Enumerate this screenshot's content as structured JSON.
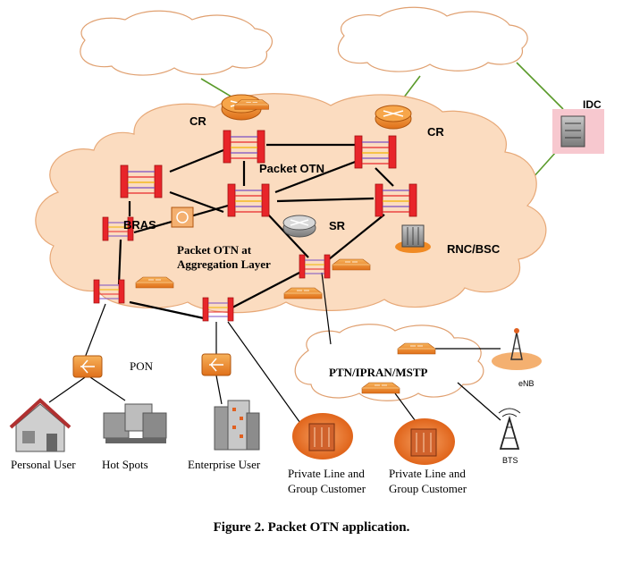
{
  "labels": {
    "cr_left": "CR",
    "cr_right": "CR",
    "idc": "IDC",
    "packet_otn": "Packet OTN",
    "bras": "BRAS",
    "sr": "SR",
    "rnc_bsc": "RNC/BSC",
    "agg_line1": "Packet OTN at",
    "agg_line2": "Aggregation Layer",
    "pon": "PON",
    "ptn": "PTN/IPRAN/MSTP",
    "enb": "eNB",
    "bts": "BTS",
    "personal_user": "Personal User",
    "hot_spots": "Hot Spots",
    "enterprise_user": "Enterprise User",
    "private_line_1a": "Private Line and",
    "private_line_1b": "Group Customer",
    "private_line_2a": "Private Line and",
    "private_line_2b": "Group Customer"
  },
  "caption": "Figure 2.  Packet OTN application.",
  "colors": {
    "cloud_fill": "#fbdcc0",
    "top_cloud_fill": "#ffffff",
    "otn_red": "#e8252a",
    "router_orange": "#f08a24",
    "link_black": "#000000",
    "link_green": "#5a9a2a",
    "idc_bg": "#f7c8cf"
  }
}
